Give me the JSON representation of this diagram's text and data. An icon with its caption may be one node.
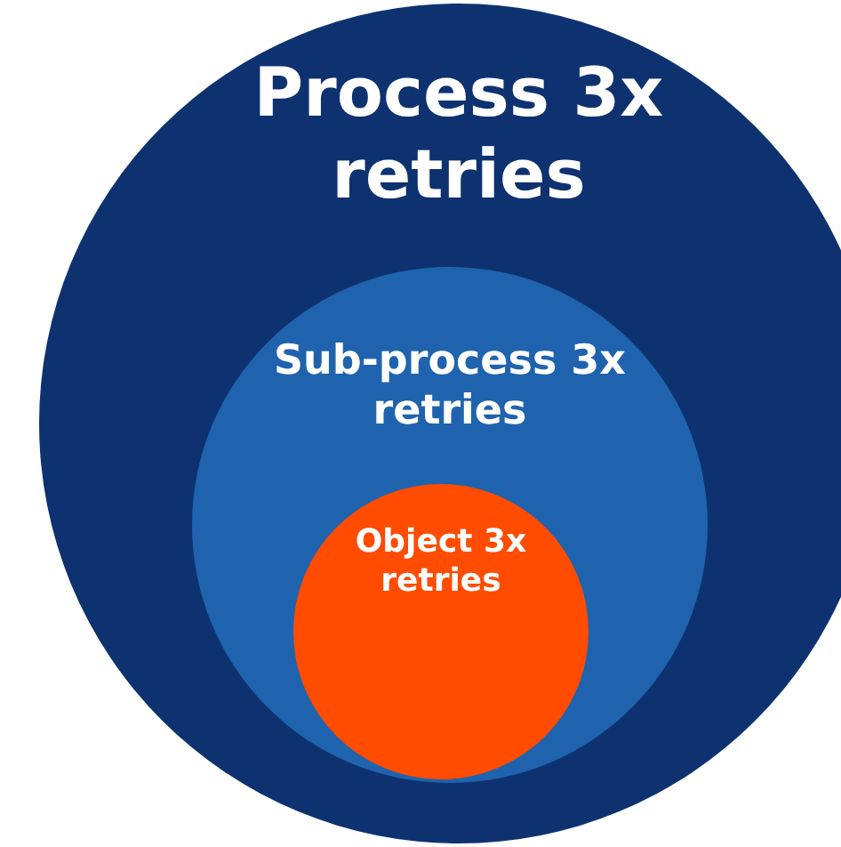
{
  "diagram": {
    "nodes": [
      {
        "text": [
          "Process 3x retries"
        ]
      },
      {
        "text": [
          "Sub-process 3x retries"
        ],
        "in": 0
      },
      {
        "text": [
          "Object 3x retries"
        ],
        "in": 1
      }
    ],
    "edges": []
  }
}
